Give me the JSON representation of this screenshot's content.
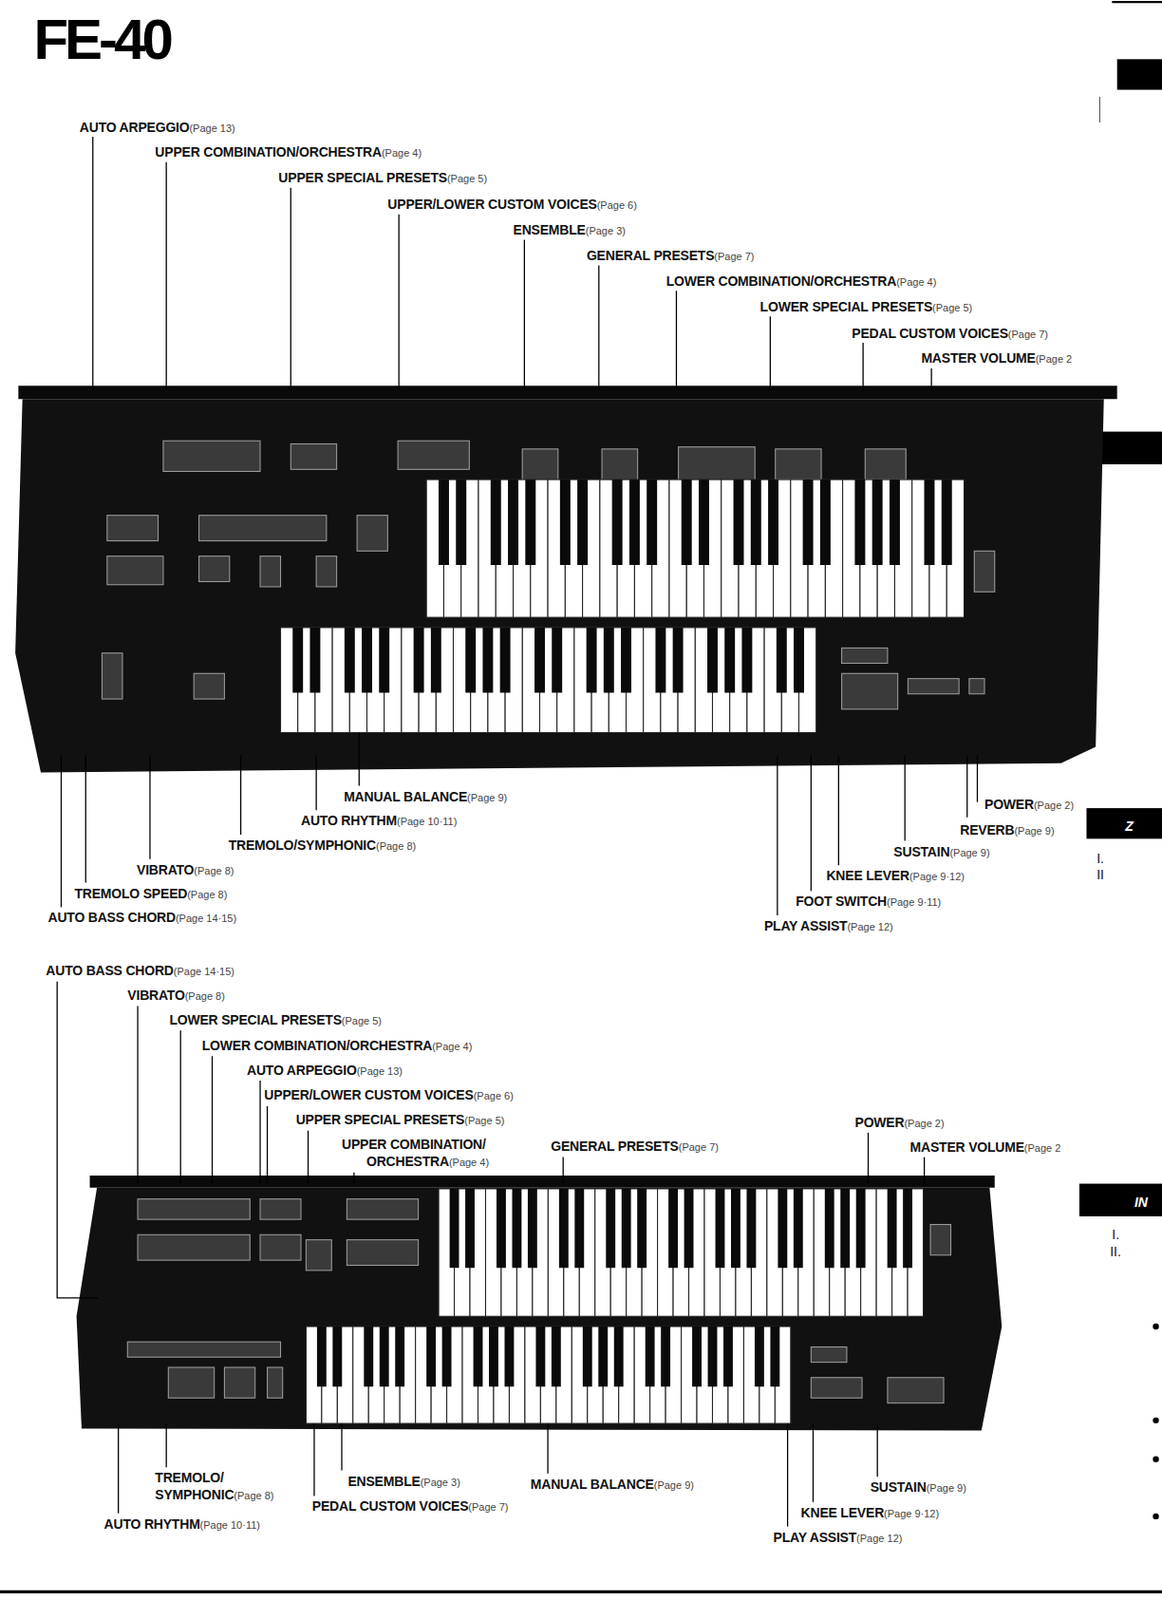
{
  "diagram": {
    "title": "FE-40",
    "labels": [
      "AUTO ARPEGGIO",
      "(Page 13)",
      "UPPER COMBINATION/ORCHESTRA",
      "(Page 4)",
      "UPPER SPECIAL PRESETS",
      "(Page 5)",
      "UPPER/LOWER CUSTOM VOICES",
      "(Page 6)",
      "ENSEMBLE",
      "(Page 3)",
      "GENERAL PRESETS",
      "(Page 7)",
      "LOWER COMBINATION/ORCHESTRA",
      "(Page 4)",
      "LOWER SPECIAL PRESETS",
      "(Page 5)",
      "PEDAL CUSTOM VOICES",
      "(Page 7)",
      "MASTER VOLUME",
      "(Page 2",
      "MANUAL BALANCE",
      "(Page 9)",
      "AUTO RHYTHM",
      "(Page 10·11)",
      "TREMOLO/SYMPHONIC",
      "(Page 8)",
      "VIBRATO",
      "(Page 8)",
      "TREMOLO SPEED",
      "(Page 8)",
      "AUTO BASS CHORD",
      "(Page 14·15)",
      "POWER",
      "(Page 2)",
      "REVERB",
      "(Page 9)",
      "SUSTAIN",
      "(Page 9)",
      "KNEE LEVER",
      "(Page 9·12)",
      "FOOT SWITCH",
      "(Page 9·11)",
      "PLAY ASSIST",
      "(Page 12)",
      "AUTO BASS CHORD",
      "(Page 14·15)",
      "VIBRATO",
      "(Page 8)",
      "LOWER SPECIAL PRESETS",
      "(Page 5)",
      "LOWER COMBINATION/ORCHESTRA",
      "(Page 4)",
      "AUTO ARPEGGIO",
      "(Page 13)",
      "UPPER/LOWER CUSTOM VOICES",
      "(Page 6)",
      "UPPER SPECIAL PRESETS",
      "(Page 5)",
      "UPPER COMBINATION/ ORCHESTRA",
      "(Page 4)",
      "GENERAL PRESETS",
      "(Page 7)",
      "POWER",
      "(Page 2)",
      "MASTER VOLUME",
      "(Page 2",
      "TREMOLO/ SYMPHONIC",
      "(Page 8)",
      "AUTO RHYTHM",
      "(Page 10·11)",
      "ENSEMBLE",
      "(Page 3)",
      "PEDAL CUSTOM VOICES",
      "(Page 7)",
      "MANUAL BALANCE",
      "(Page 9)",
      "SUSTAIN",
      "(Page 9)",
      "KNEE LEVER",
      "(Page 9·12)",
      "PLAY ASSIST",
      "(Page 12)",
      "Z",
      "I.",
      "II",
      "IN",
      "I.",
      "II."
    ]
  }
}
